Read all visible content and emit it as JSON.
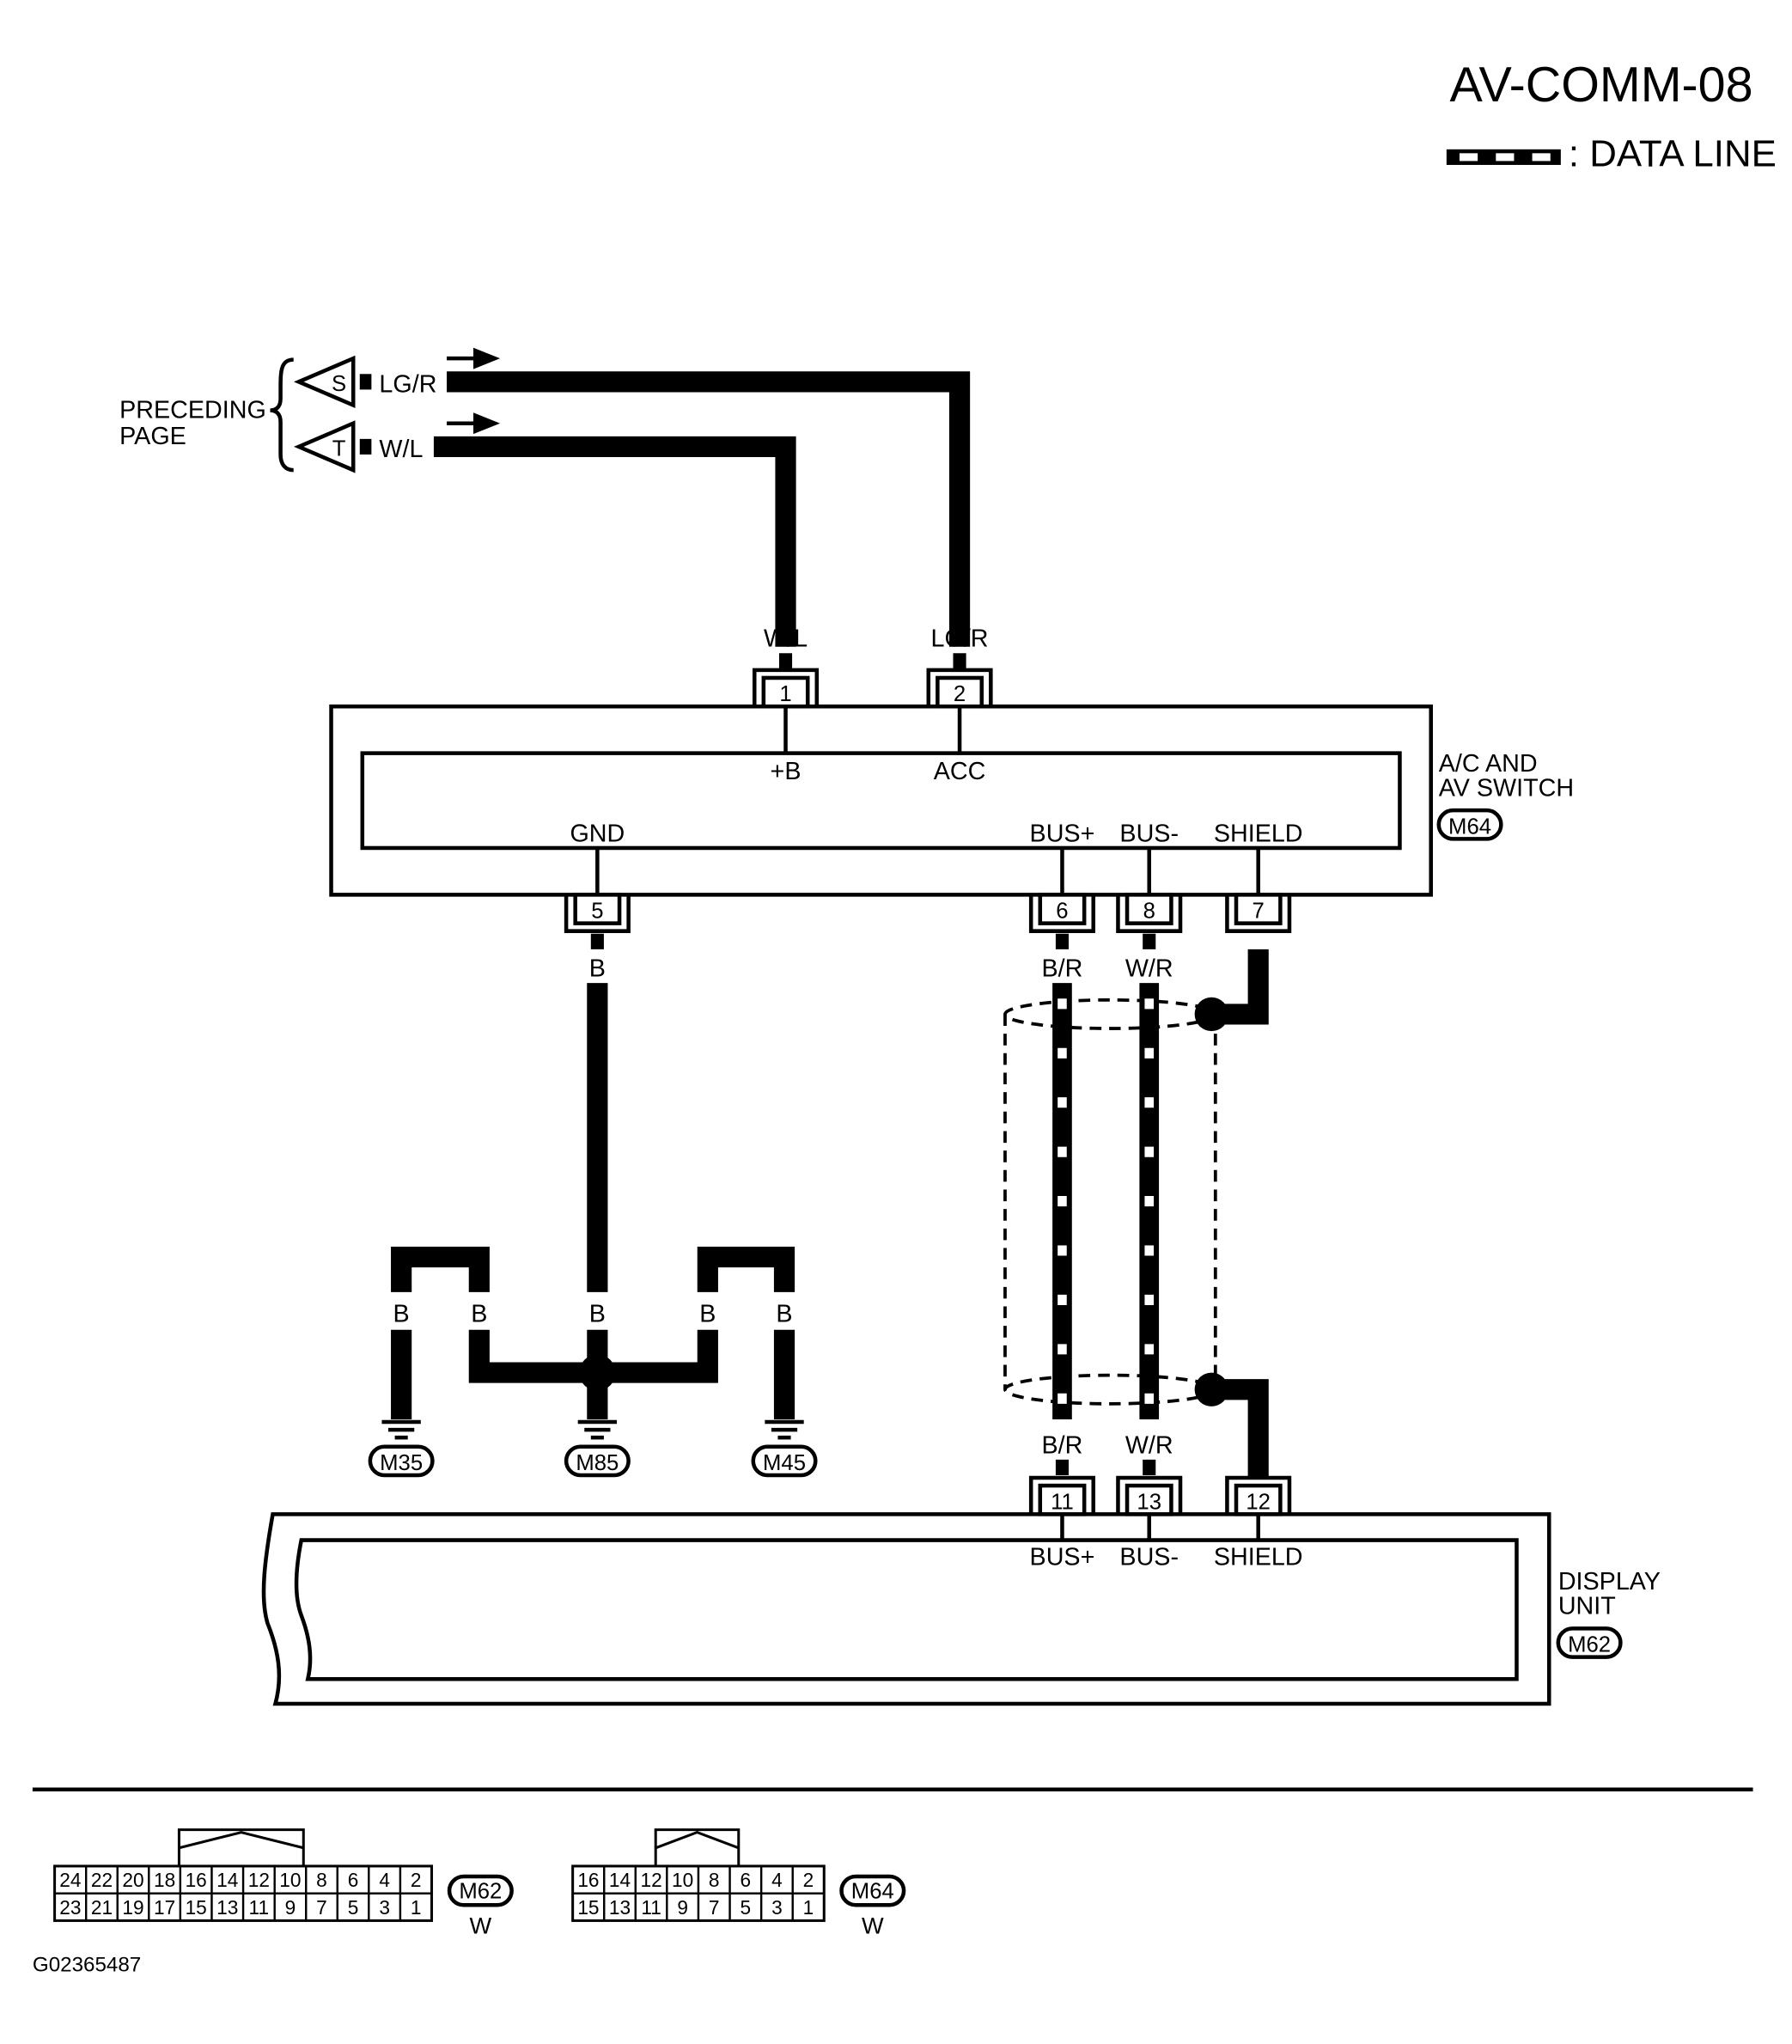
{
  "title": "AV-COMM-08",
  "legend": {
    "data_line_label": ": DATA LINE"
  },
  "preceding": {
    "label_line1": "PRECEDING",
    "label_line2": "PAGE",
    "s_letter": "S",
    "s_color": "LG/R",
    "t_letter": "T",
    "t_color": "W/L"
  },
  "top_wires": {
    "wl": "W/L",
    "lgr": "LG/R"
  },
  "switch": {
    "name_line1": "A/C AND",
    "name_line2": "AV SWITCH",
    "connector": "M64",
    "pins": {
      "p1": "1",
      "p2": "2",
      "p5": "5",
      "p6": "6",
      "p8": "8",
      "p7": "7"
    },
    "terminals": {
      "b": "+B",
      "acc": "ACC",
      "gnd": "GND",
      "bus_plus": "BUS+",
      "bus_minus": "BUS-",
      "shield": "SHIELD"
    }
  },
  "ground": {
    "wire_color": "B",
    "labels": {
      "a": "B",
      "b": "B",
      "c": "B",
      "d": "B",
      "e": "B",
      "f": "B"
    },
    "points": {
      "m35": "M35",
      "m85": "M85",
      "m45": "M45"
    }
  },
  "bus_wires": {
    "br_top": "B/R",
    "wr_top": "W/R",
    "br_bottom": "B/R",
    "wr_bottom": "W/R"
  },
  "display": {
    "name_line1": "DISPLAY",
    "name_line2": "UNIT",
    "connector": "M62",
    "pins": {
      "p11": "11",
      "p13": "13",
      "p12": "12"
    },
    "terminals": {
      "bus_plus": "BUS+",
      "bus_minus": "BUS-",
      "shield": "SHIELD"
    }
  },
  "connector_views": [
    {
      "id": "M62",
      "color": "W",
      "top_row": [
        "24",
        "22",
        "20",
        "18",
        "16",
        "14",
        "12",
        "10",
        "8",
        "6",
        "4",
        "2"
      ],
      "bottom_row": [
        "23",
        "21",
        "19",
        "17",
        "15",
        "13",
        "11",
        "9",
        "7",
        "5",
        "3",
        "1"
      ]
    },
    {
      "id": "M64",
      "color": "W",
      "top_row": [
        "16",
        "14",
        "12",
        "10",
        "8",
        "6",
        "4",
        "2"
      ],
      "bottom_row": [
        "15",
        "13",
        "11",
        "9",
        "7",
        "5",
        "3",
        "1"
      ]
    }
  ],
  "figure_id": "G02365487"
}
